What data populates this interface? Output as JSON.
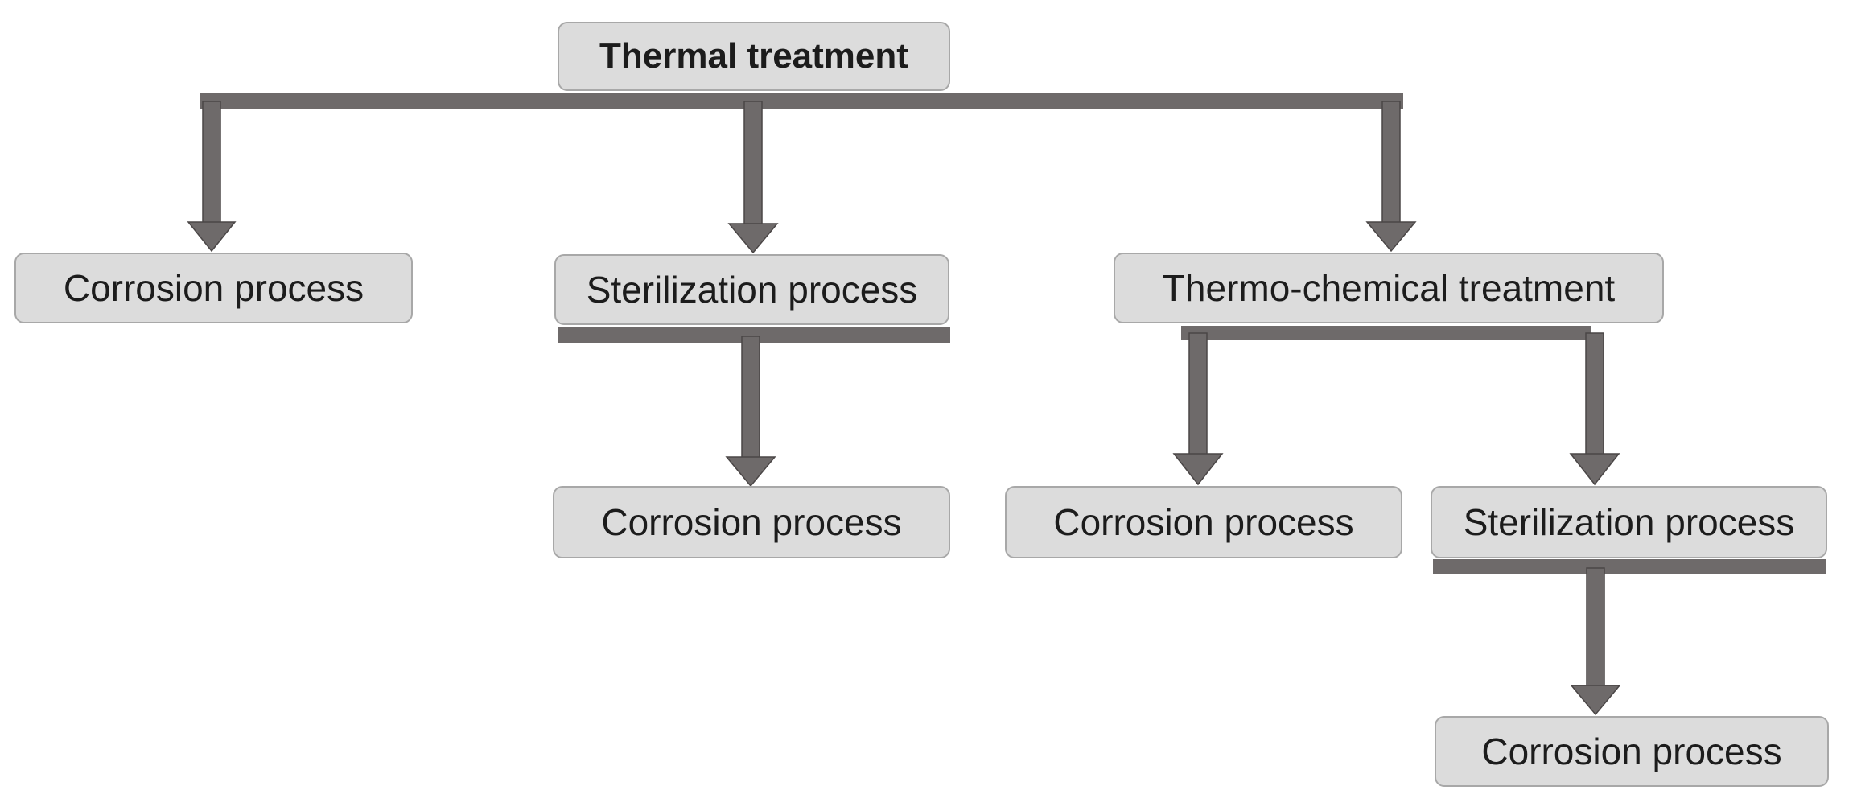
{
  "diagram": {
    "nodes": {
      "root": "Thermal treatment",
      "corrosion_1": "Corrosion process",
      "sterilization_1": "Sterilization process",
      "thermo_chemical": "Thermo-chemical treatment",
      "corrosion_2": "Corrosion process",
      "corrosion_3": "Corrosion process",
      "sterilization_2": "Sterilization process",
      "corrosion_4": "Corrosion process"
    },
    "edges": [
      [
        "Thermal treatment",
        "Corrosion process"
      ],
      [
        "Thermal treatment",
        "Sterilization process"
      ],
      [
        "Thermal treatment",
        "Thermo-chemical treatment"
      ],
      [
        "Sterilization process",
        "Corrosion process"
      ],
      [
        "Thermo-chemical treatment",
        "Corrosion process"
      ],
      [
        "Thermo-chemical treatment",
        "Sterilization process"
      ],
      [
        "Sterilization process",
        "Corrosion process"
      ]
    ],
    "colors": {
      "node_fill": "#dcdcdc",
      "node_border": "#a8a8a8",
      "connector": "#6e6a6a"
    }
  }
}
